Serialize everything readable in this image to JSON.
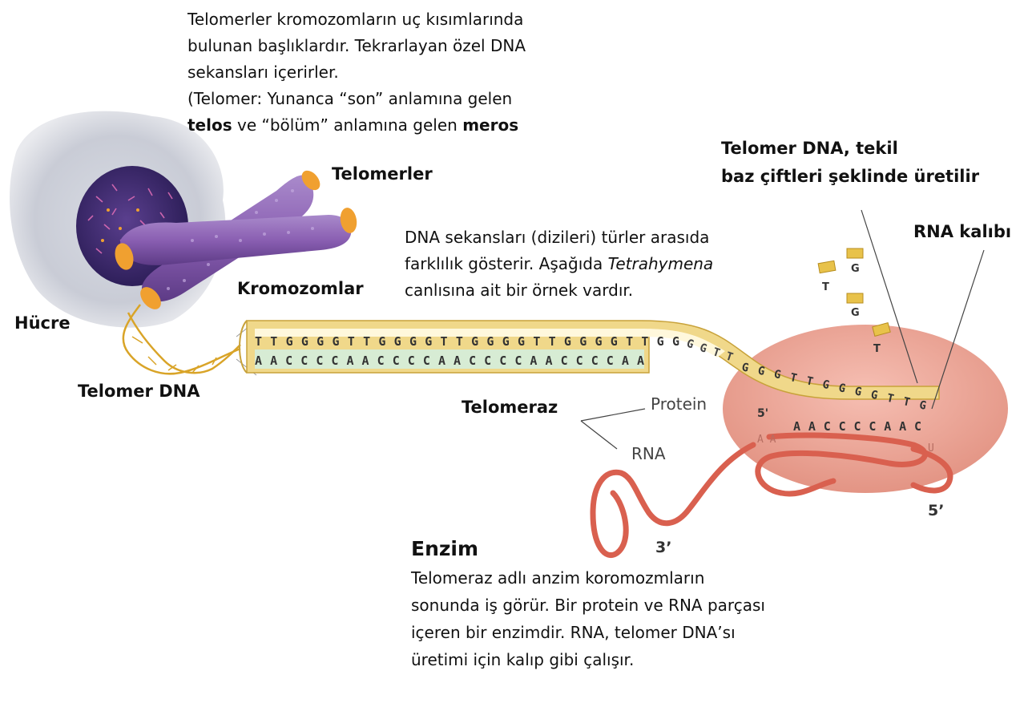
{
  "intro": {
    "line1": "Telomerler kromozomların uç kısımlarında",
    "line2": "bulunan başlıklardır. Tekrarlayan özel DNA",
    "line3": "sekansları içerirler.",
    "line4": "(Telomer: Yunanca “son” anlamına gelen",
    "line5_bold1": "telos",
    "line5_mid": " ve “bölüm” anlamına gelen ",
    "line5_bold2": "meros"
  },
  "labels": {
    "telomerler": "Telomerler",
    "kromozomlar": "Kromozomlar",
    "hucre": "Hücre",
    "telomer_dna": "Telomer DNA",
    "telomeraz": "Telomeraz",
    "protein": "Protein",
    "rna": "RNA",
    "tekil_line1": "Telomer DNA, tekil",
    "tekil_line2": "baz çiftleri şeklinde üretilir",
    "rna_kalibi": "RNA kalıbı",
    "five_prime_inner": "5'",
    "five_prime_outer": "5’",
    "three_prime": "3’"
  },
  "seq_text": {
    "line1": "DNA sekansları (dizileri) türler arasıda",
    "line2": "farklılık gösterir. Aşağıda ",
    "line2_italic": "Tetrahymena",
    "line3": "canlısına ait bir örnek vardır."
  },
  "sequence": {
    "top": "TTGGGGTTGGGGTTGGGGTTGGGGTTGG",
    "bottom": "AACCCCAACCCCAACCCCAACCCCAA",
    "tail": "GGTT",
    "inner_top": "GGGTTGGGGTTG",
    "inner_bottom": "AACCCCAAC",
    "rna_faded_left": "A A",
    "rna_faded_right": "U",
    "free_nucleotides": [
      "T",
      "G",
      "G",
      "T"
    ]
  },
  "enzim": {
    "title": "Enzim",
    "line1": "Telomeraz adlı anzim koromozmların",
    "line2": "sonunda iş görür. Bir protein ve RNA parçası",
    "line3": "içeren bir enzimdir. RNA, telomer DNA’sı",
    "line4": "üretimi için kalıp gibi çalışır."
  },
  "colors": {
    "chromosome": "#8a5fb2",
    "telomere_cap": "#f0a030",
    "dna_strand": "#e8c24a",
    "dna_complement": "#d7ecd4",
    "enzyme_body": "#eea79a",
    "rna_ribbon": "#d9604f",
    "nucleus": "#3b2a6a"
  }
}
